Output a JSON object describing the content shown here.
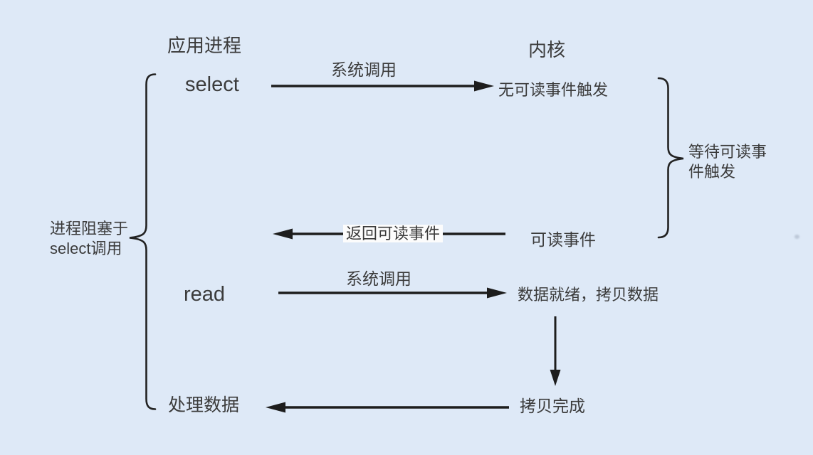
{
  "colors": {
    "background": "#dee9f7",
    "line": "#1d1d1d",
    "text": "#3b3b3b",
    "arrow_label_bg": "#fcfcfc"
  },
  "headers": {
    "app_process": "应用进程",
    "kernel": "内核"
  },
  "app_column": {
    "select_call": "select",
    "read_call": "read",
    "process_data": "处理数据"
  },
  "kernel_column": {
    "no_readable_event": "无可读事件触发",
    "readable_event": "可读事件",
    "data_ready": "数据就绪，拷贝数据",
    "copy_done": "拷贝完成"
  },
  "arrow_labels": {
    "select_syscall": "系统调用",
    "return_readable": "返回可读事件",
    "read_syscall": "系统调用"
  },
  "brace_labels": {
    "wait_event": {
      "line1": "等待可读事",
      "line2": "件触发"
    },
    "blocked": {
      "line1": "进程阻塞于",
      "line2": "select调用"
    }
  }
}
